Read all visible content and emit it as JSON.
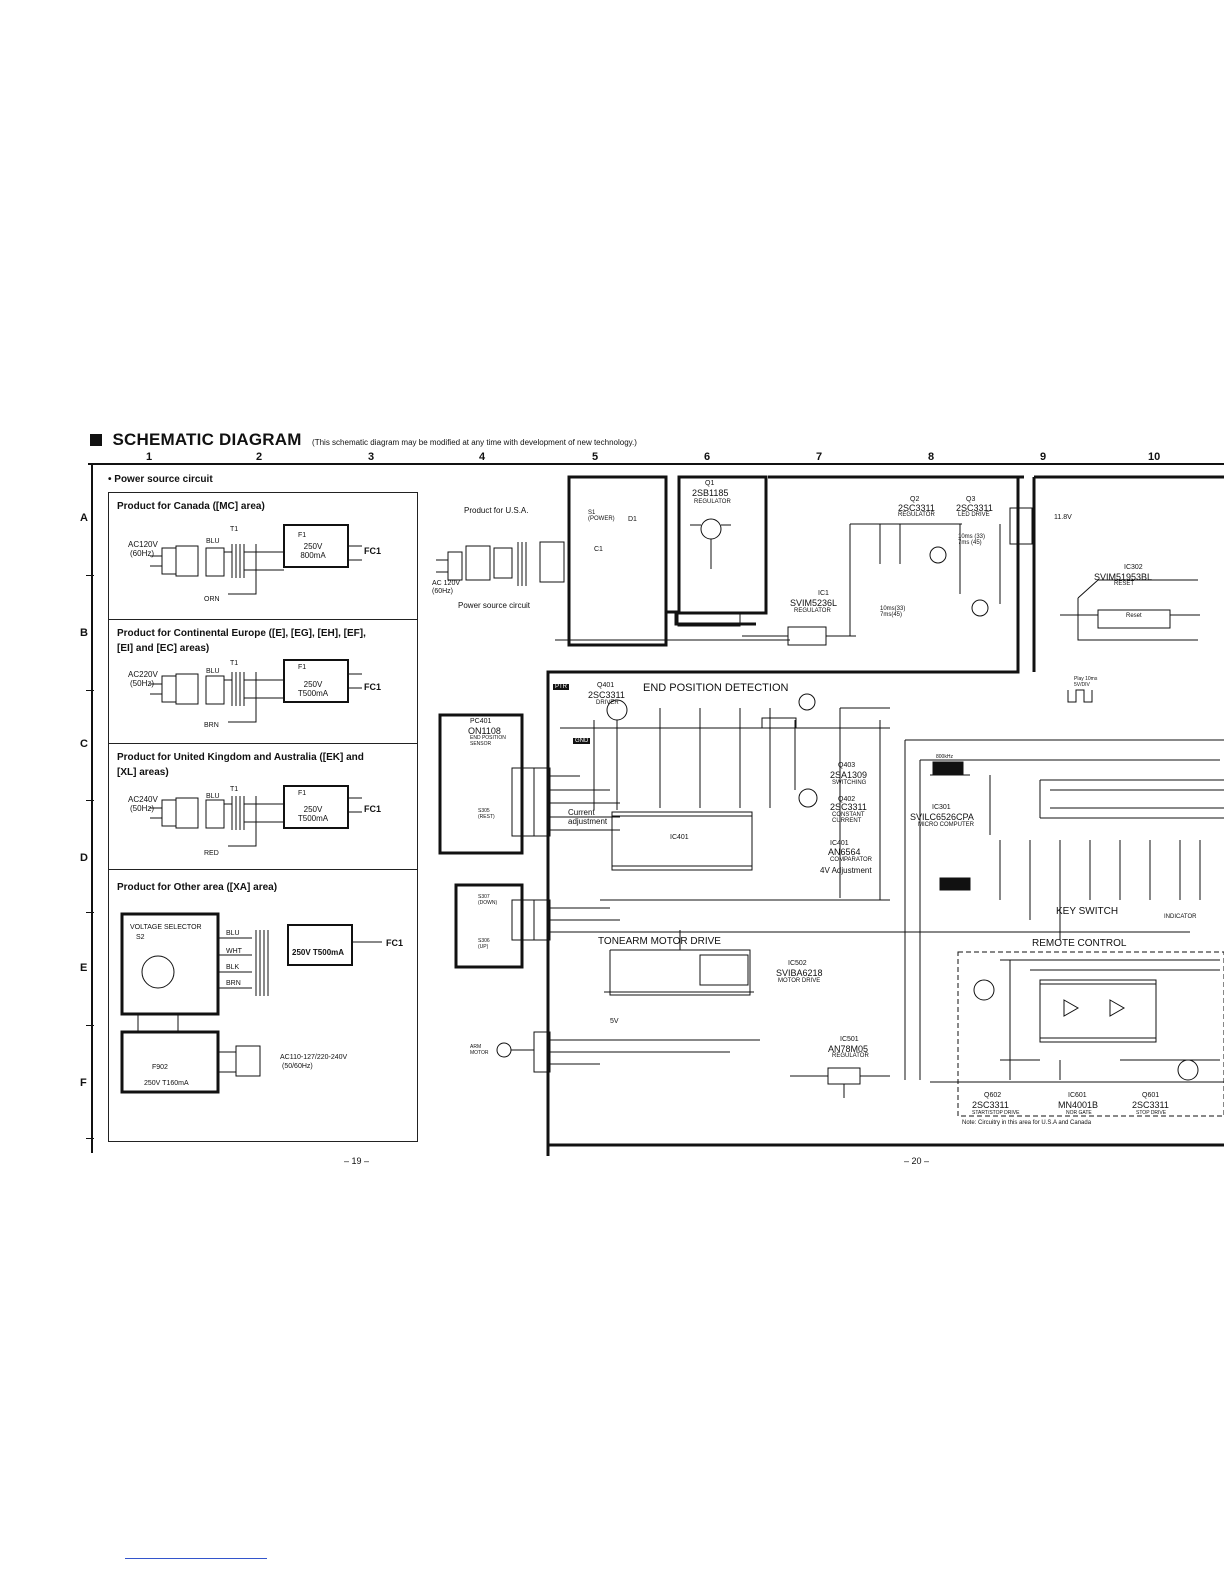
{
  "header": {
    "title": "SCHEMATIC DIAGRAM",
    "note": "(This schematic diagram may be modified at any time with development of new technology.)"
  },
  "ruler": {
    "columns": [
      "1",
      "2",
      "3",
      "4",
      "5",
      "6",
      "7",
      "8",
      "9",
      "10"
    ],
    "rows": [
      "A",
      "B",
      "C",
      "D",
      "E",
      "F"
    ]
  },
  "power": {
    "heading": "• Power source circuit",
    "canada": {
      "title": "Product for Canada ([MC] area)",
      "ac": "AC120V",
      "hz": "(60Hz)",
      "fuse": "250V\n800mA",
      "fl": "F1",
      "t": "T1",
      "in": "BLU",
      "out": "ORN",
      "fc": "FC1"
    },
    "europe": {
      "title": "Product for Continental Europe ([E], [EG], [EH], [EF],\n[EI] and [EC] areas)",
      "ac": "AC220V",
      "hz": "(50Hz)",
      "fuse": "250V\nT500mA",
      "fl": "F1",
      "t": "T1",
      "in": "BLU",
      "out": "BRN",
      "fc": "FC1"
    },
    "uk": {
      "title": "Product for United Kingdom and Australia ([EK] and\n[XL] areas)",
      "ac": "AC240V",
      "hz": "(50Hz)",
      "fuse": "250V\nT500mA",
      "fl": "F1",
      "t": "T1",
      "in": "BLU",
      "out": "RED",
      "fc": "FC1"
    },
    "other": {
      "title": "Product for Other area ([XA] area)",
      "selector": "VOLTAGE SELECTOR",
      "s2": "S2",
      "fuse": "250V T500mA",
      "f902": "F902",
      "f902v": "250V T160mA",
      "ac": "AC110-127/220-240V",
      "hz": "(50/60Hz)",
      "wires": [
        "BLU",
        "WHT",
        "BLK",
        "BRN"
      ],
      "fc": "FC1"
    }
  },
  "usa": {
    "label": "Product for U.S.A.",
    "psc": "Power source circuit",
    "ac": "AC 120V",
    "hz": "(60Hz)",
    "s1": "S1\n(POWER)",
    "d1": "D1",
    "c1": "C1",
    "q1": {
      "ref": "Q1",
      "part": "2SB1185",
      "role": "REGULATOR"
    },
    "q2": {
      "ref": "Q2",
      "part": "2SC3311",
      "role": "REGULATOR"
    },
    "q3": {
      "ref": "Q3",
      "part": "2SC3311",
      "role": "LED DRIVE"
    },
    "ic1": {
      "ref": "IC1",
      "part": "SVIM5236L",
      "role": "REGULATOR"
    },
    "v118": "11.8V",
    "pulse1": "10ms (33)\n7ms (45)",
    "pulse2": "10ms(33)\n7ms(45)"
  },
  "end_position": {
    "title": "END POSITION DETECTION",
    "ptr": "PTR",
    "gnd": "GND",
    "q401": {
      "ref": "Q401",
      "part": "2SC3311",
      "role": "DRIVER"
    },
    "q402": {
      "ref": "Q402",
      "part": "2SC3311",
      "role": "CONSTANT\nCURRENT"
    },
    "q403": {
      "ref": "Q403",
      "part": "2SA1309",
      "role": "SWITCHING"
    },
    "pc401": {
      "ref": "PC401",
      "part": "ON1108",
      "role": "END POSITION\nSENSOR"
    },
    "ic401": {
      "ref": "IC401",
      "part": "AN6564",
      "role": "COMPARATOR"
    },
    "current_adj": "Current\nadjustment",
    "v4adj": "4V Adjustment",
    "s305": "S305\n(REST)",
    "s307": "S307\n(DOWN)",
    "s306": "S306\n(UP)"
  },
  "micro": {
    "ic301": {
      "ref": "IC301",
      "part": "SVILC6526CPA",
      "role": "MICRO COMPUTER"
    },
    "ic302": {
      "ref": "IC302",
      "part": "SVIM51953BL",
      "role": "RESET"
    },
    "key_switch": "KEY SWITCH",
    "indicator": "INDICATOR",
    "reset": "Reset",
    "osc": "800kHz",
    "play": "Play 10ms\n5V/DIV"
  },
  "tonearm": {
    "title": "TONEARM MOTOR DRIVE",
    "ic502": {
      "ref": "IC502",
      "part": "SVIBA6218",
      "role": "MOTOR DRIVE"
    },
    "ic501": {
      "ref": "IC501",
      "part": "AN78M05",
      "role": "REGULATOR"
    },
    "arm": "ARM\nMOTOR",
    "v5": "5V"
  },
  "remote": {
    "title": "REMOTE CONTROL",
    "q602": {
      "ref": "Q602",
      "part": "2SC3311",
      "role": "START/STOP DRIVE"
    },
    "ic601": {
      "ref": "IC601",
      "part": "MN4001B",
      "role": "NOR GATE"
    },
    "q601": {
      "ref": "Q601",
      "part": "2SC3311",
      "role": "STOP DRIVE"
    },
    "note": "Note: Circuitry in this area for U.S.A and Canada"
  },
  "pages": {
    "left": "– 19 –",
    "right": "– 20 –"
  }
}
